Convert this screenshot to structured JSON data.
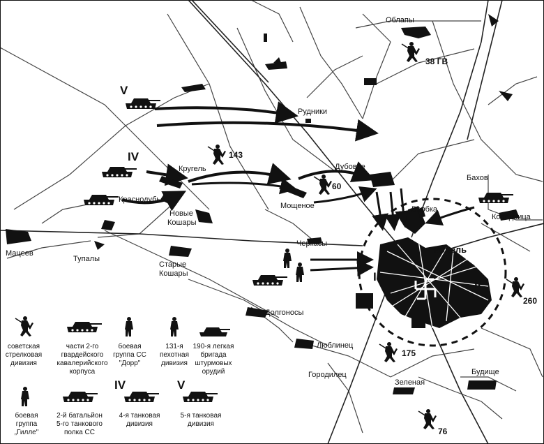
{
  "places": {
    "oblapy": "Облапы",
    "rudniki": "Рудники",
    "krugel": "Кругель",
    "krasnodubye": "Краснодубье",
    "novye_koshary_1": "Новые",
    "novye_koshary_2": "Кошары",
    "dubovoe": "Дубовое",
    "moshchenoe": "Мощеное",
    "verbka": "Вербка",
    "bakhov": "Бахов",
    "kolodnitsa": "Колодница",
    "kovel": "Ковель",
    "matseev": "Мацеев",
    "tupaly": "Тупалы",
    "cherkasy": "Черкасы",
    "starye_koshary_1": "Старые",
    "starye_koshary_2": "Кошары",
    "dolgonosy": "Долгоносы",
    "lyublinets": "Люблинец",
    "gorodilets": "Городилец",
    "zelenaya": "Зеленая",
    "budishche": "Будище"
  },
  "unit_numbers": {
    "gv38": "38 ГВ",
    "n143": "143",
    "n60": "60",
    "n260": "260",
    "n175": "175",
    "n76": "76"
  },
  "roman": {
    "v": "V",
    "iv": "IV",
    "i": "I",
    "ii": "II"
  },
  "legend": {
    "items": [
      {
        "lines": [
          "советская",
          "стрелковая",
          "дивизия"
        ]
      },
      {
        "lines": [
          "части 2-го",
          "гвардейского",
          "кавалерийского",
          "корпуса"
        ]
      },
      {
        "lines": [
          "боевая",
          "группа СС",
          "\"Дорр\""
        ]
      },
      {
        "lines": [
          "131-я",
          "пехотная",
          "дивизия"
        ]
      },
      {
        "lines": [
          "190-я легкая",
          "бригада",
          "штурмовых",
          "орудий"
        ]
      },
      {
        "lines": [
          "боевая",
          "группа",
          "„Гилле\""
        ]
      },
      {
        "lines": [
          "2-й батальйон",
          "5-го танкового",
          "полка СС"
        ]
      },
      {
        "mark": "IV",
        "lines": [
          "4-я танковая",
          "дивизия"
        ]
      },
      {
        "mark": "V",
        "lines": [
          "5-я танковая",
          "дивизия"
        ]
      }
    ]
  }
}
